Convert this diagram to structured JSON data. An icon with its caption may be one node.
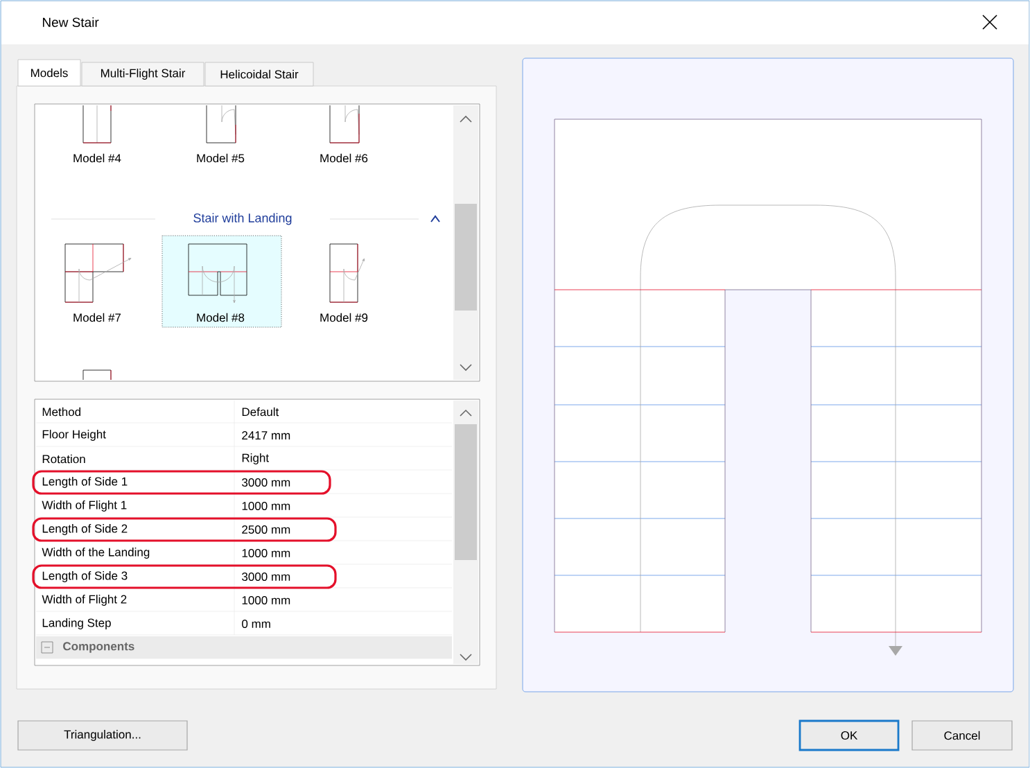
{
  "diagram": {
    "title": "New Stair",
    "nodes": [
      {
        "text": [
          "Models"
        ]
      },
      {
        "text": [
          "Multi-Flight Stair"
        ]
      },
      {
        "text": [
          "Helicoidal Stair"
        ]
      },
      {
        "text": [
          "Model #4"
        ]
      },
      {
        "text": [
          "Model #5"
        ]
      },
      {
        "text": [
          "Model #6"
        ]
      },
      {
        "text": [
          "Model #7"
        ]
      },
      {
        "text": [
          "Model #8"
        ]
      },
      {
        "text": [
          "Model #9"
        ]
      },
      {
        "text": [
          "Triangulation..."
        ]
      },
      {
        "text": [
          "OK"
        ]
      },
      {
        "text": [
          "Cancel"
        ]
      }
    ],
    "labels": [
      "Stair with Landing",
      "Method",
      "Default",
      "Floor Height",
      "2417 mm",
      "Rotation",
      "Right",
      "Length of Side 1",
      "3000 mm",
      "Width of Flight 1",
      "1000 mm",
      "Length of Side 2",
      "2500 mm",
      "Width of the Landing",
      "1000 mm",
      "Length of Side 3",
      "3000 mm",
      "Width of Flight 2",
      "1000 mm",
      "Landing Step",
      "0 mm",
      "Components"
    ]
  }
}
